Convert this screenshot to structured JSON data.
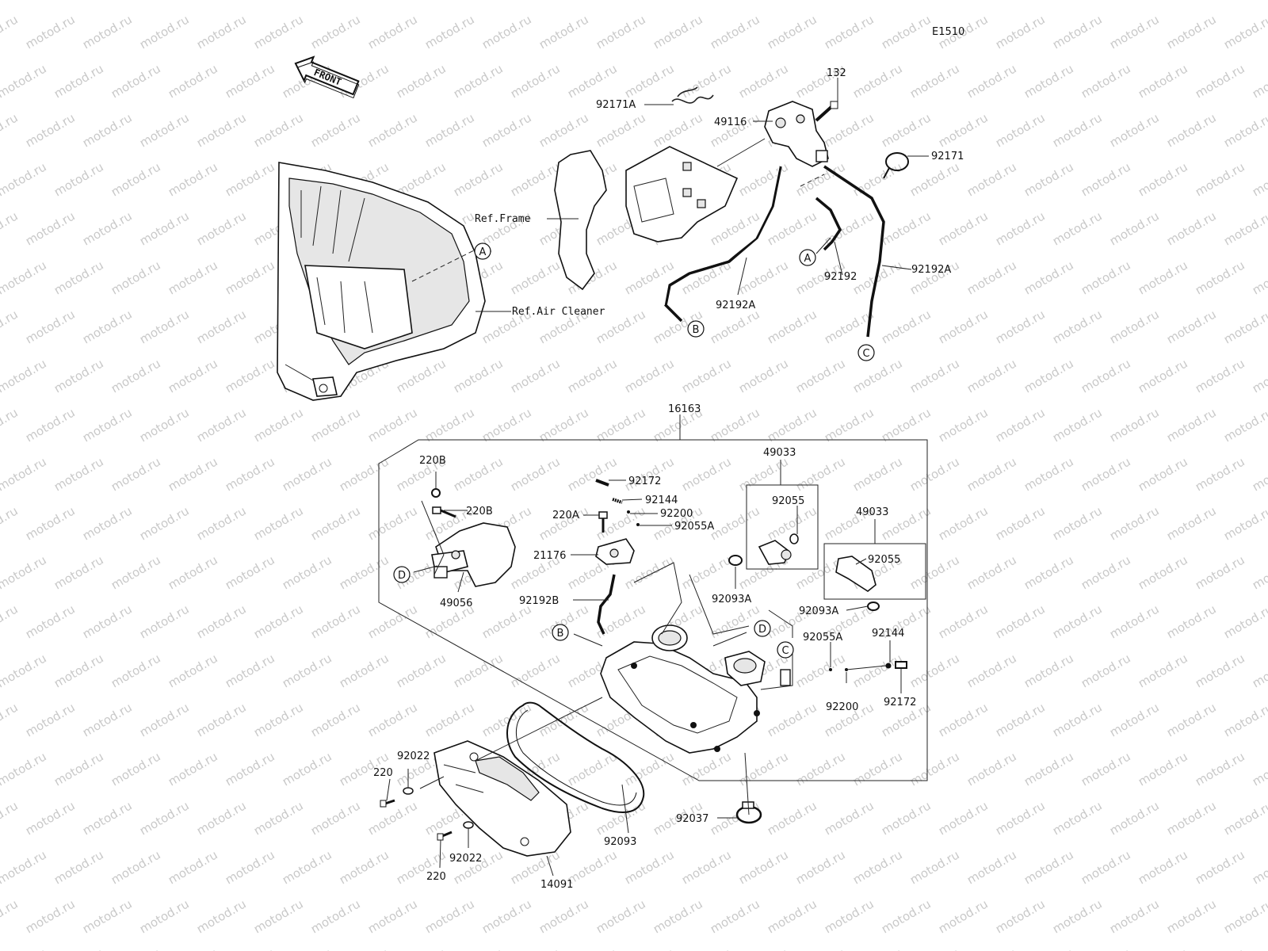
{
  "diagram_code": "E1510",
  "watermark_text": "motod.ru",
  "front_arrow": {
    "label": "FRONT",
    "icon": "front-arrow-icon"
  },
  "reference_labels": {
    "frame": "Ref.Frame",
    "air_cleaner": "Ref.Air Cleaner"
  },
  "assembly_number": "16163",
  "connector_letters": [
    "A",
    "B",
    "C",
    "D"
  ],
  "parts": {
    "p92171A": "92171A",
    "p49116": "49116",
    "p132": "132",
    "p92171": "92171",
    "p92192": "92192",
    "p92192A_right": "92192A",
    "p92192A_mid": "92192A",
    "p220B_top": "220B",
    "p220B_mid": "220B",
    "p49056": "49056",
    "p92172_top": "92172",
    "p92144_top": "92144",
    "p92200_top": "92200",
    "p92055A_top": "92055A",
    "p220A": "220A",
    "p21176": "21176",
    "p92192B": "92192B",
    "p49033_left": "49033",
    "p92055_left": "92055",
    "p92093A_left": "92093A",
    "p49033_right": "49033",
    "p92055_right": "92055",
    "p92093A_right": "92093A",
    "p92055A_right": "92055A",
    "p92144_right": "92144",
    "p92200_right": "92200",
    "p92172_right": "92172",
    "p92022_top": "92022",
    "p220_top": "220",
    "p220_bottom": "220",
    "p92022_bottom": "92022",
    "p14091": "14091",
    "p92093": "92093",
    "p92037": "92037"
  }
}
